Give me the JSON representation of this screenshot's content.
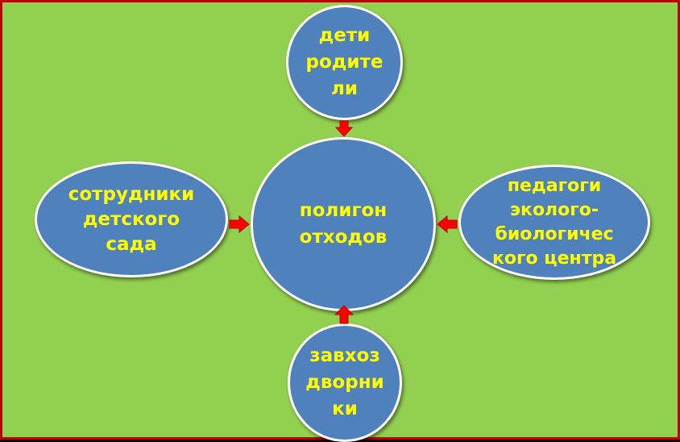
{
  "diagram": {
    "center": {
      "label": "полигон\nотходов"
    },
    "top": {
      "label": "дети\nродите\nли"
    },
    "left": {
      "label": "сотрудники\nдетского\nсада"
    },
    "right": {
      "label": "педагоги\nэколого-\nбиологичес\nкого центра"
    },
    "bottom": {
      "label": "завхоз\nдворни\nки"
    }
  },
  "colors": {
    "background": "#92d050",
    "frame": "#c00000",
    "node_fill": "#4f81bd",
    "node_border": "#ffffff",
    "text": "#ffff00",
    "arrow": "#ff0000"
  }
}
